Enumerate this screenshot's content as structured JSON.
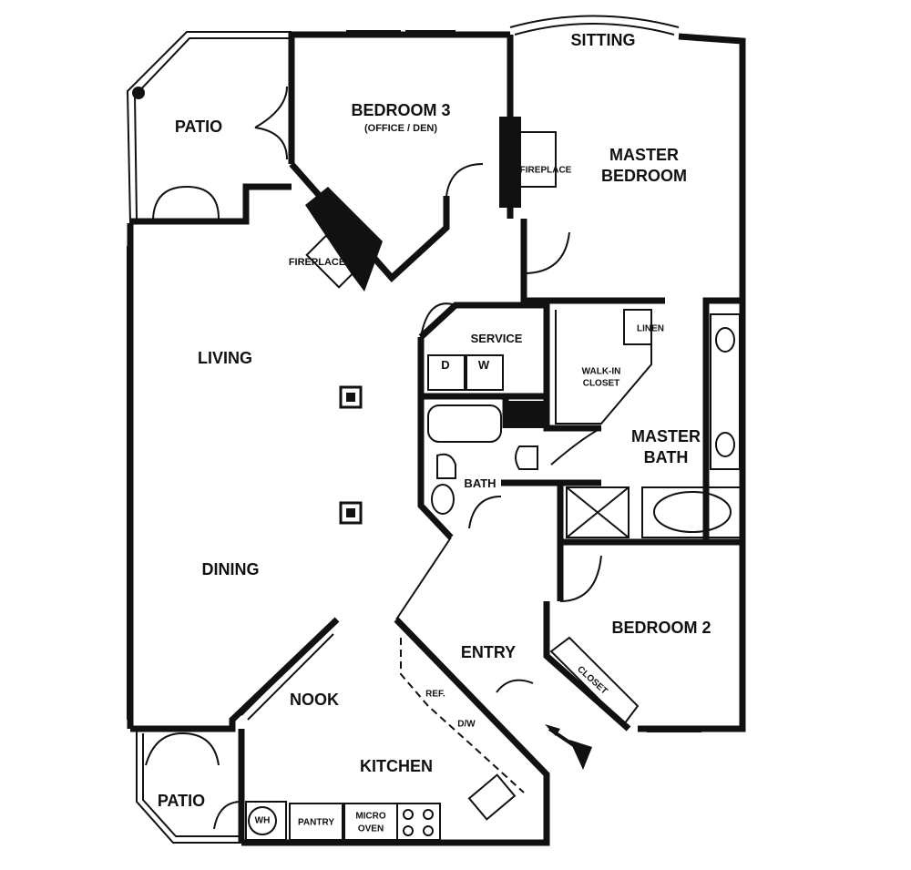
{
  "rooms": {
    "sitting": "SITTING",
    "bedroom3": "BEDROOM 3",
    "bedroom3_sub": "(OFFICE / DEN)",
    "patio_top": "PATIO",
    "fireplace_bedroom": "FIREPLACE",
    "fireplace_living": "FIREPLACE",
    "master_bedroom_1": "MASTER",
    "master_bedroom_2": "BEDROOM",
    "service": "SERVICE",
    "dryer": "D",
    "washer": "W",
    "linen": "LINEN",
    "walkin_1": "WALK-IN",
    "walkin_2": "CLOSET",
    "living": "LIVING",
    "master_bath_1": "MASTER",
    "master_bath_2": "BATH",
    "bath": "BATH",
    "dining": "DINING",
    "bedroom2": "BEDROOM 2",
    "entry": "ENTRY",
    "closet": "CLOSET",
    "ref": "REF.",
    "dw": "D/W",
    "nook": "NOOK",
    "kitchen": "KITCHEN",
    "patio_bottom": "PATIO",
    "wh": "WH",
    "pantry": "PANTRY",
    "micro_1": "MICRO",
    "micro_2": "OVEN"
  },
  "colors": {
    "wall": "#111111",
    "background": "#ffffff"
  }
}
